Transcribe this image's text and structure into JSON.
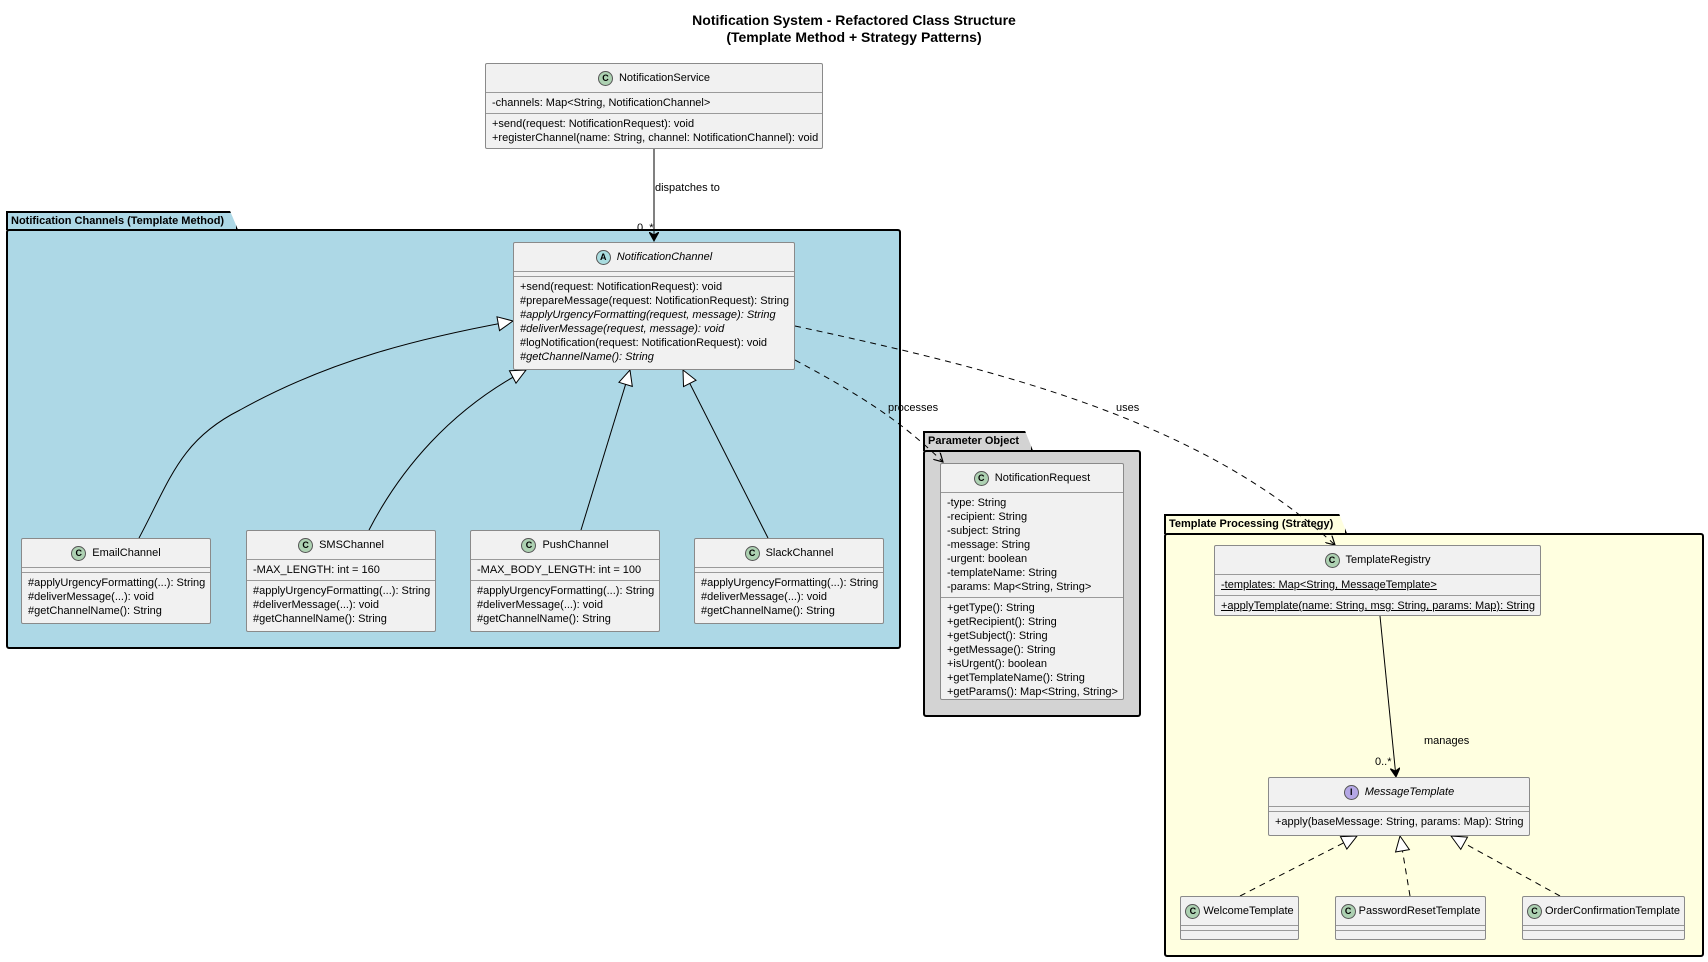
{
  "title": {
    "line1": "Notification System - Refactored Class Structure",
    "line2": "(Template Method + Strategy Patterns)"
  },
  "colors": {
    "channels_pkg": "#add8e6",
    "param_pkg": "#d3d3d3",
    "template_pkg": "#ffffe0",
    "class_fill": "#f1f1f1",
    "class_badge": "#add1b2",
    "abstract_badge": "#a9dcdf",
    "interface_badge": "#b4a7e5"
  },
  "packages": {
    "channels": "Notification Channels (Template Method)",
    "param": "Parameter Object",
    "template": "Template Processing (Strategy)"
  },
  "classes": {
    "notification_service": {
      "badge": "C",
      "name": "NotificationService",
      "fields": [
        "-channels: Map<String, NotificationChannel>"
      ],
      "methods": [
        "+send(request: NotificationRequest): void",
        "+registerChannel(name: String, channel: NotificationChannel): void"
      ]
    },
    "notification_channel": {
      "badge": "A",
      "name": "NotificationChannel",
      "methods": [
        "+send(request: NotificationRequest): void",
        "#prepareMessage(request: NotificationRequest): String",
        "#applyUrgencyFormatting(request, message): String",
        "#deliverMessage(request, message): void",
        "#logNotification(request: NotificationRequest): void",
        "#getChannelName(): String"
      ]
    },
    "email_channel": {
      "badge": "C",
      "name": "EmailChannel",
      "methods": [
        "#applyUrgencyFormatting(...): String",
        "#deliverMessage(...): void",
        "#getChannelName(): String"
      ]
    },
    "sms_channel": {
      "badge": "C",
      "name": "SMSChannel",
      "fields": [
        "-MAX_LENGTH: int = 160"
      ],
      "methods": [
        "#applyUrgencyFormatting(...): String",
        "#deliverMessage(...): void",
        "#getChannelName(): String"
      ]
    },
    "push_channel": {
      "badge": "C",
      "name": "PushChannel",
      "fields": [
        "-MAX_BODY_LENGTH: int = 100"
      ],
      "methods": [
        "#applyUrgencyFormatting(...): String",
        "#deliverMessage(...): void",
        "#getChannelName(): String"
      ]
    },
    "slack_channel": {
      "badge": "C",
      "name": "SlackChannel",
      "methods": [
        "#applyUrgencyFormatting(...): String",
        "#deliverMessage(...): void",
        "#getChannelName(): String"
      ]
    },
    "notification_request": {
      "badge": "C",
      "name": "NotificationRequest",
      "fields": [
        "-type: String",
        "-recipient: String",
        "-subject: String",
        "-message: String",
        "-urgent: boolean",
        "-templateName: String",
        "-params: Map<String, String>"
      ],
      "methods": [
        "+getType(): String",
        "+getRecipient(): String",
        "+getSubject(): String",
        "+getMessage(): String",
        "+isUrgent(): boolean",
        "+getTemplateName(): String",
        "+getParams(): Map<String, String>"
      ]
    },
    "template_registry": {
      "badge": "C",
      "name": "TemplateRegistry",
      "fields": [
        "-templates: Map<String, MessageTemplate>"
      ],
      "methods": [
        "+applyTemplate(name: String, msg: String, params: Map): String"
      ]
    },
    "message_template": {
      "badge": "I",
      "name": "MessageTemplate",
      "methods": [
        "+apply(baseMessage: String, params: Map): String"
      ]
    },
    "welcome_template": {
      "badge": "C",
      "name": "WelcomeTemplate"
    },
    "password_reset_template": {
      "badge": "C",
      "name": "PasswordResetTemplate"
    },
    "order_confirmation_template": {
      "badge": "C",
      "name": "OrderConfirmationTemplate"
    }
  },
  "relations": {
    "dispatches_label": "dispatches to",
    "dispatches_mult": "0..*",
    "processes_label": "processes",
    "uses_label": "uses",
    "manages_label": "manages",
    "manages_mult": "0..*"
  }
}
